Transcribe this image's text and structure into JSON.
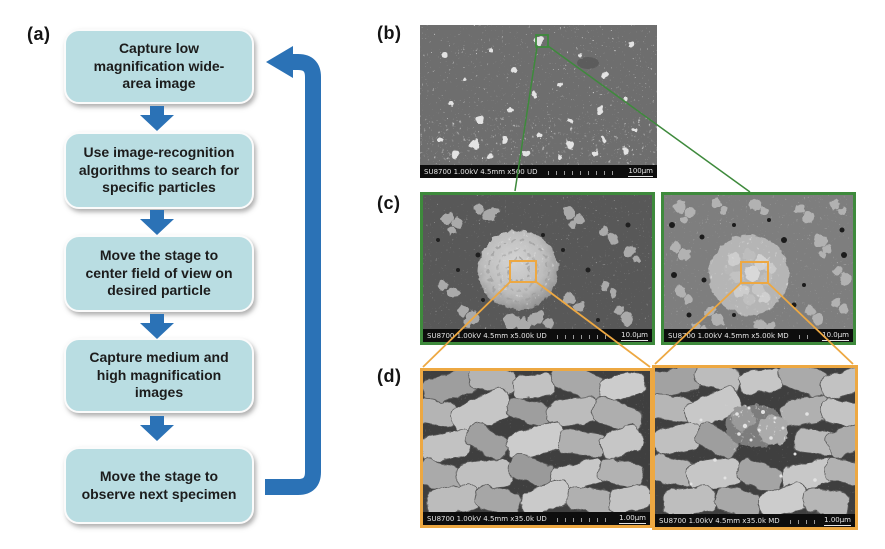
{
  "labels": {
    "a": "(a)",
    "b": "(b)",
    "c": "(c)",
    "d": "(d)"
  },
  "flowchart": {
    "steps": [
      "Capture low\nmagnification wide-\narea image",
      "Use image-recognition\nalgorithms to search for\nspecific particles",
      "Move the stage to\ncenter field of view on\ndesired particle",
      "Capture medium and\nhigh magnification\nimages",
      "Move the stage to\nobserve next specimen"
    ]
  },
  "panels": {
    "b": {
      "caption": "SU8700 1.00kV 4.5mm x500 UD",
      "scale": "100μm"
    },
    "c_left": {
      "caption": "SU8700 1.00kV 4.5mm x5.00k UD",
      "scale": "10.0μm"
    },
    "c_right": {
      "caption": "SU8700 1.00kV 4.5mm x5.00k MD",
      "scale": "10.0μm"
    },
    "d_left": {
      "caption": "SU8700 1.00kV 4.5mm x35.0k UD",
      "scale": "1.00μm"
    },
    "d_right": {
      "caption": "SU8700 1.00kV 4.5mm x35.0k MD",
      "scale": "1.00μm"
    }
  },
  "colors": {
    "flow_box_fill": "#b9dde2",
    "arrow_blue": "#2b72b6",
    "marker_green": "#3e8a3c",
    "marker_orange": "#eda842"
  }
}
